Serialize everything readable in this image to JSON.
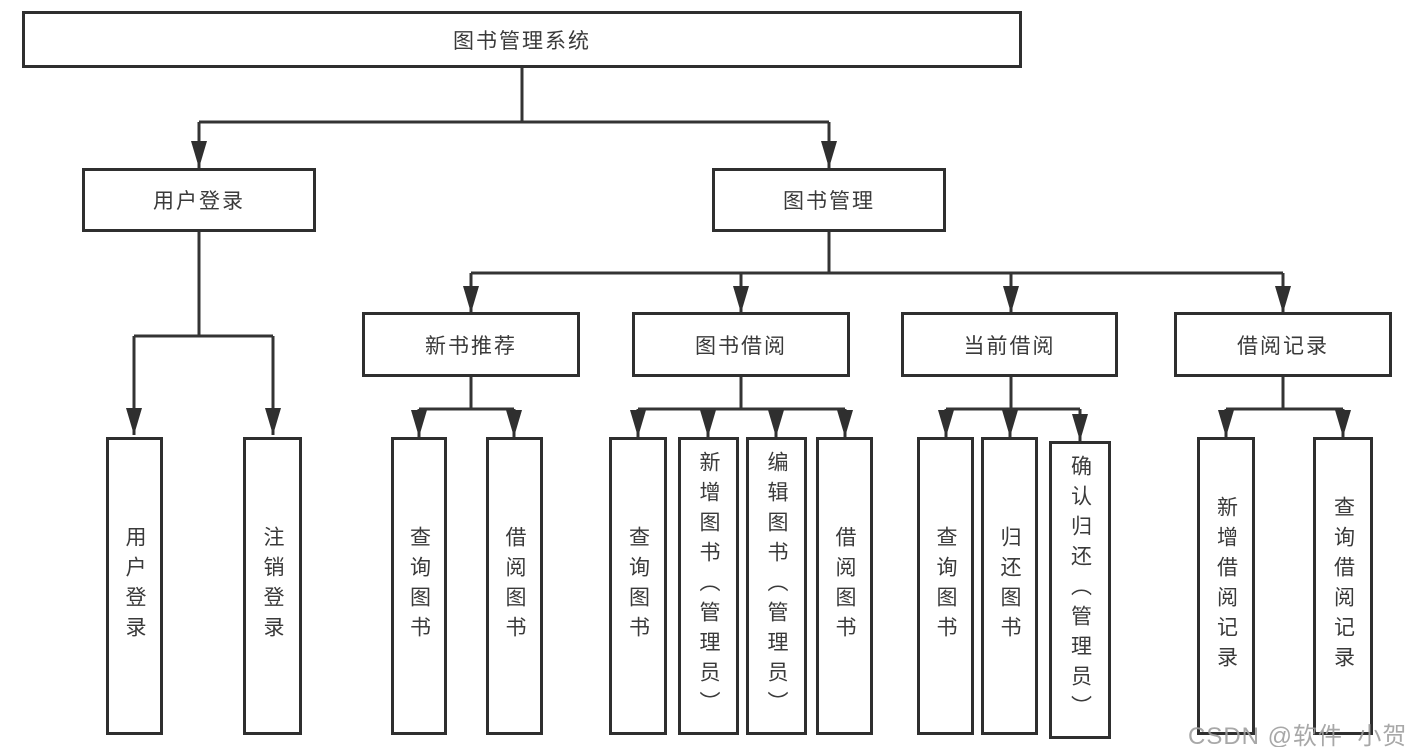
{
  "diagram": {
    "title_node": {
      "label": "图书管理系统"
    },
    "level2": [
      {
        "label": "用户登录"
      },
      {
        "label": "图书管理"
      }
    ],
    "level3": [
      {
        "label": "新书推荐"
      },
      {
        "label": "图书借阅"
      },
      {
        "label": "当前借阅"
      },
      {
        "label": "借阅记录"
      }
    ],
    "leaves": [
      {
        "label": "用户登录",
        "parent": "用户登录"
      },
      {
        "label": "注销登录",
        "parent": "用户登录"
      },
      {
        "label": "查询图书",
        "parent": "新书推荐"
      },
      {
        "label": "借阅图书",
        "parent": "新书推荐"
      },
      {
        "label": "查询图书",
        "parent": "图书借阅"
      },
      {
        "label": "新增图书（管理员）",
        "parent": "图书借阅"
      },
      {
        "label": "编辑图书（管理员）",
        "parent": "图书借阅"
      },
      {
        "label": "借阅图书",
        "parent": "图书借阅"
      },
      {
        "label": "查询图书",
        "parent": "当前借阅"
      },
      {
        "label": "归还图书",
        "parent": "当前借阅"
      },
      {
        "label": "确认归还（管理员）",
        "parent": "当前借阅"
      },
      {
        "label": "新增借阅记录",
        "parent": "借阅记录"
      },
      {
        "label": "查询借阅记录",
        "parent": "借阅记录"
      }
    ]
  },
  "watermark": {
    "text": "CSDN @软件_小贺同学"
  },
  "colors": {
    "box_border": "#2f2f2f",
    "connector": "#343434",
    "text": "#3a3a3a",
    "watermark_text": "#9e9e9e",
    "background": "#ffffff"
  }
}
